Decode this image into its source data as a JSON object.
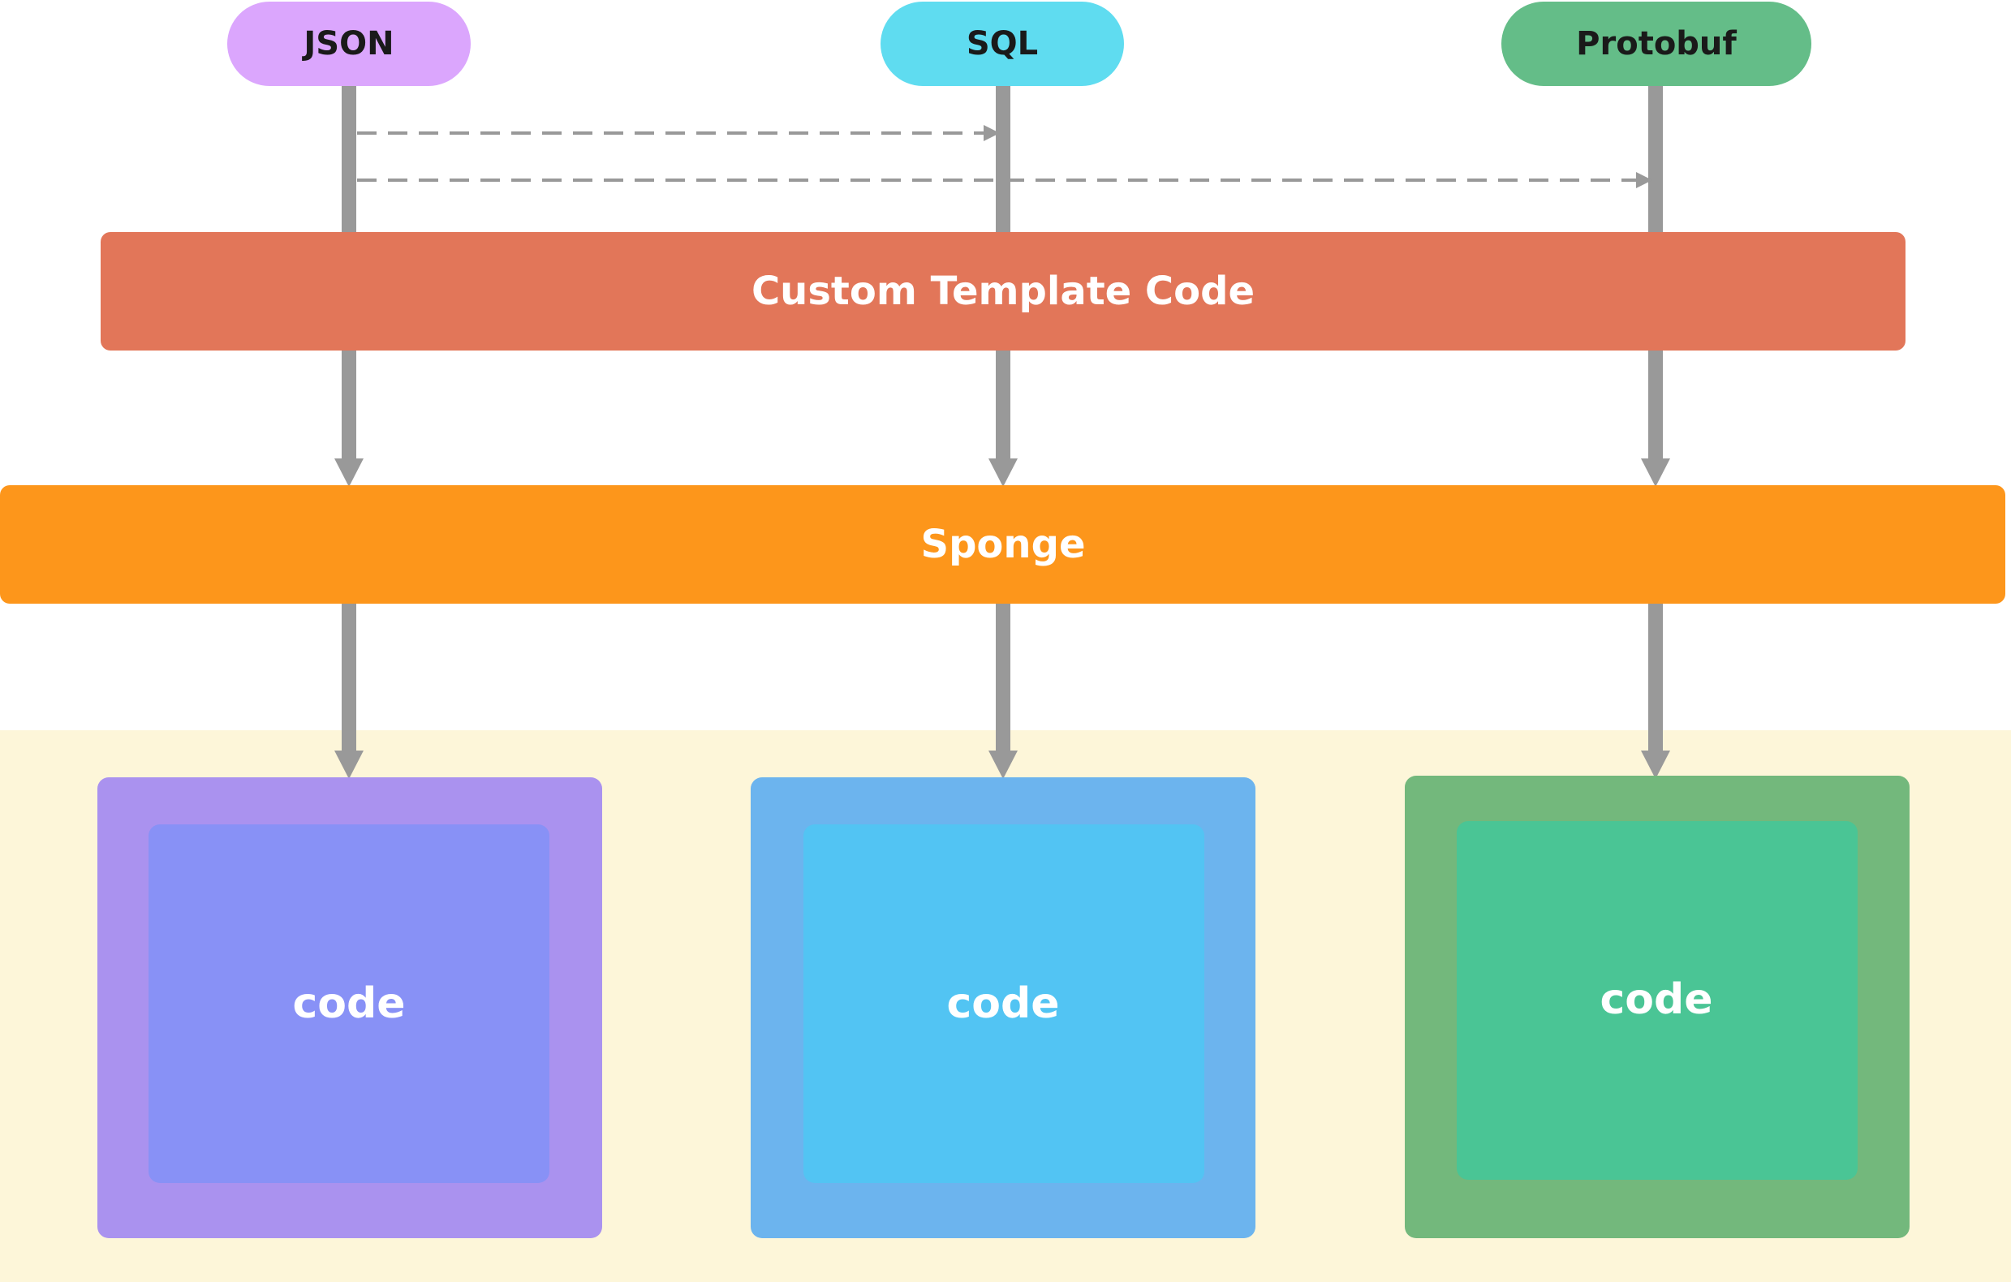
{
  "sources": [
    {
      "label": "JSON",
      "color": "#dba6fd"
    },
    {
      "label": "SQL",
      "color": "#5fdcf0"
    },
    {
      "label": "Protobuf",
      "color": "#64bd88"
    }
  ],
  "template_bar": {
    "label": "Custom Template Code",
    "color": "#e27659"
  },
  "generator_bar": {
    "label": "Sponge",
    "color": "#fd961b"
  },
  "output_area_color": "#fdf6d9",
  "outputs": [
    {
      "label": "code",
      "outer_color": "#aa92ef",
      "inner_color": "#8891f6"
    },
    {
      "label": "code",
      "outer_color": "#6cb4ee",
      "inner_color": "#52c4f3"
    },
    {
      "label": "code",
      "outer_color": "#73b87c",
      "inner_color": "#4ac595"
    }
  ],
  "arrow_color": "#999999"
}
